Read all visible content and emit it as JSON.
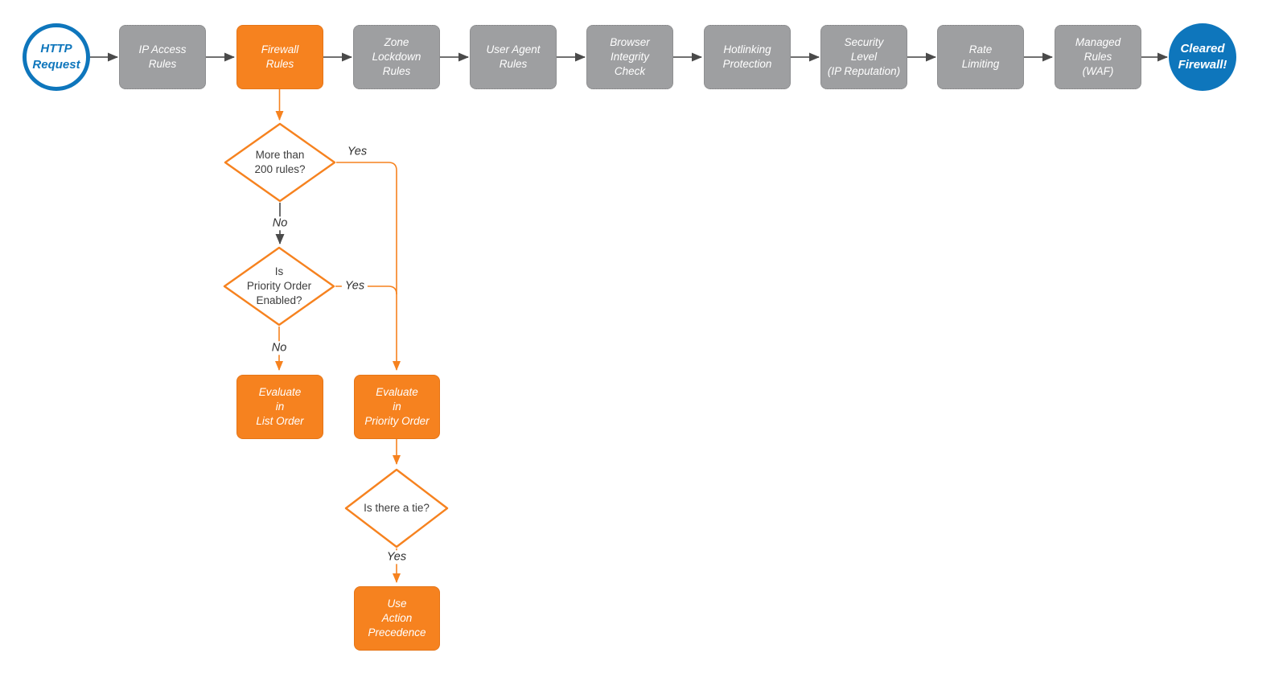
{
  "colors": {
    "background": "#FFFFFF",
    "orange": "#F6821F",
    "gray": "#9E9FA1",
    "blue": "#0E76BC",
    "line_gray": "#5B5B5B",
    "arrow_gray": "#4A4A4A",
    "text_dark": "#3D3D3D",
    "label_text": "#2F2F2F"
  },
  "nodes": {
    "http_request": {
      "label": "HTTP\nRequest"
    },
    "ip_access": {
      "label": "IP Access\nRules"
    },
    "firewall_rules": {
      "label": "Firewall\nRules"
    },
    "zone_lockdown": {
      "label": "Zone\nLockdown\nRules"
    },
    "user_agent": {
      "label": "User Agent\nRules"
    },
    "browser_integrity": {
      "label": "Browser\nIntegrity\nCheck"
    },
    "hotlinking": {
      "label": "Hotlinking\nProtection"
    },
    "security_level": {
      "label": "Security\nLevel\n(IP Reputation)"
    },
    "rate_limiting": {
      "label": "Rate\nLimiting"
    },
    "managed_rules": {
      "label": "Managed\nRules\n(WAF)"
    },
    "cleared_firewall": {
      "label": "Cleared\nFirewall!"
    }
  },
  "decisions": {
    "more_rules": {
      "label": "More than\n200 rules?"
    },
    "priority_enabled": {
      "label": "Is\nPriority Order\nEnabled?"
    },
    "tie": {
      "label": "Is there a tie?"
    }
  },
  "actions": {
    "evaluate_list": {
      "label": "Evaluate\nin\nList Order"
    },
    "evaluate_priority": {
      "label": "Evaluate\nin\nPriority Order"
    },
    "action_precedence": {
      "label": "Use\nAction\nPrecedence"
    }
  },
  "edge_labels": {
    "yes_more_rules": "Yes",
    "no_more_rules": "No",
    "yes_priority_enabled": "Yes",
    "no_priority_enabled": "No",
    "yes_tie": "Yes"
  }
}
